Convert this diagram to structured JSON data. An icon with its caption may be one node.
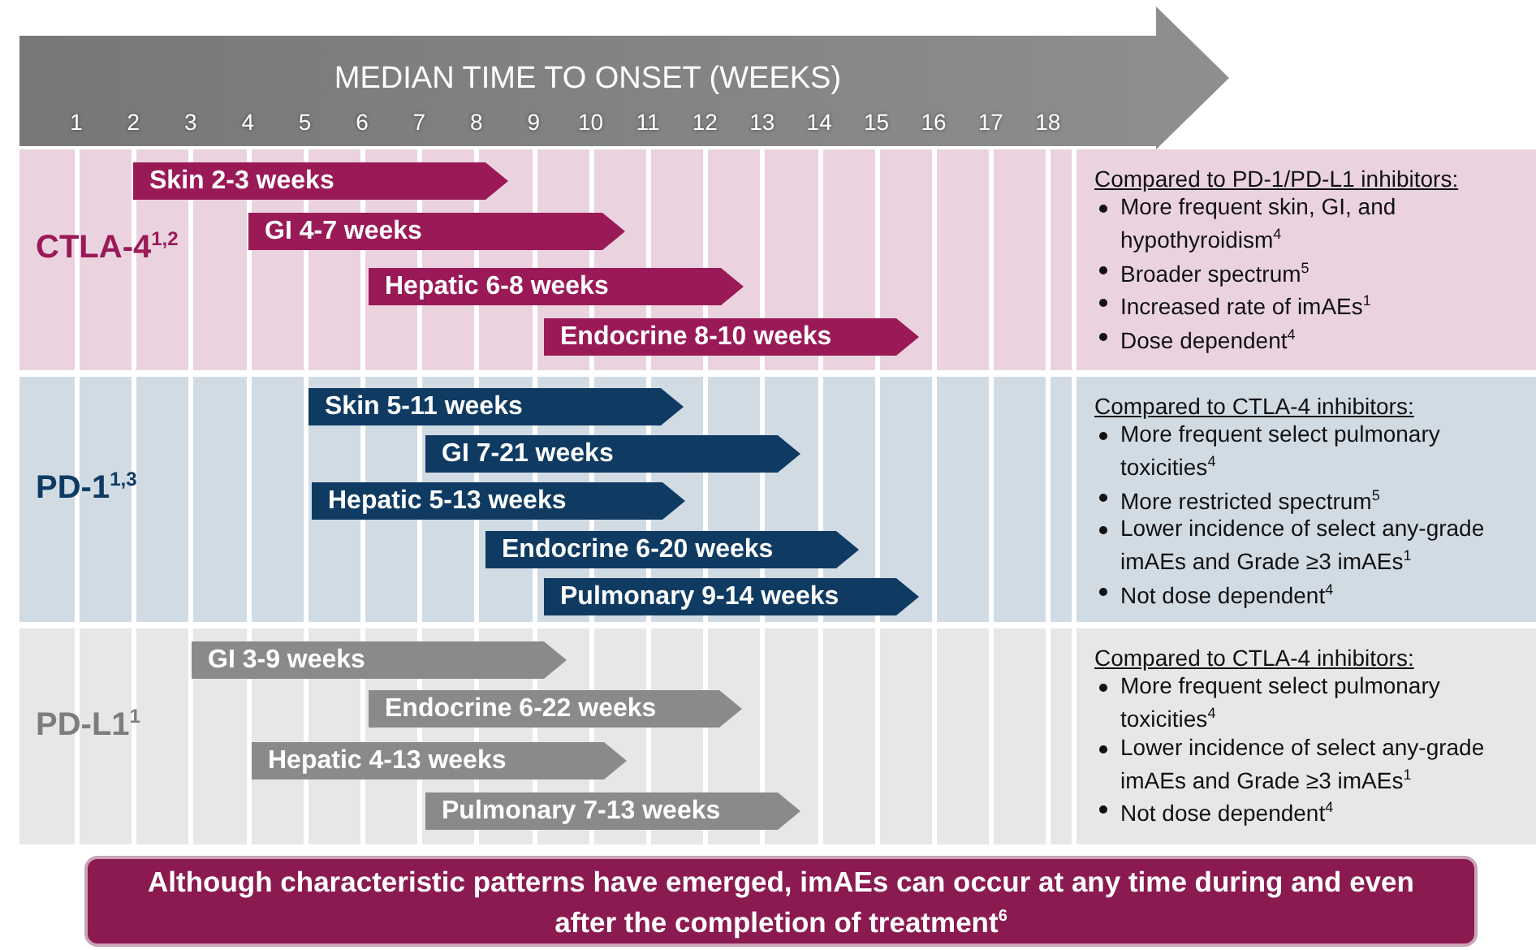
{
  "diagram": {
    "nodes": [
      {
        "text": [
          "MEDIAN TIME TO ONSET (WEEKS)"
        ]
      },
      {
        "text": [
          "CTLA-4$^{1,2}$",
          "Compared to PD-1/PD-L1 inhibitors:",
          "More frequent skin, GI, and hypothyroidism$^{4}$",
          "Broader spectrum$^{5}$",
          "Increased rate of imAEs$^{1}$",
          "Dose dependent$^{4}$"
        ]
      },
      {
        "text": [
          "Skin 2-3 weeks"
        ],
        "in": 1
      },
      {
        "text": [
          "GI 4-7 weeks"
        ],
        "in": 1
      },
      {
        "text": [
          "Hepatic 6-8 weeks"
        ],
        "in": 1
      },
      {
        "text": [
          "Endocrine 8-10 weeks"
        ],
        "in": 1
      },
      {
        "text": [
          "PD-1$^{1,3}$",
          "Compared to CTLA-4 inhibitors:",
          "More frequent select pulmonary toxicities$^{4}$",
          "More restricted spectrum$^{5}$",
          "Lower incidence of select any-grade imAEs and Grade ≥3 imAEs$^{1}$",
          "Not dose dependent$^{4}$"
        ]
      },
      {
        "text": [
          "Skin 5-11 weeks"
        ],
        "in": 6
      },
      {
        "text": [
          "GI 7-21 weeks"
        ],
        "in": 6
      },
      {
        "text": [
          "Hepatic 5-13 weeks"
        ],
        "in": 6
      },
      {
        "text": [
          "Endocrine 6-20 weeks"
        ],
        "in": 6
      },
      {
        "text": [
          "Pulmonary 9-14 weeks"
        ],
        "in": 6
      },
      {
        "text": [
          "PD-L1$^{1}$",
          "Compared to CTLA-4 inhibitors:",
          "More frequent select pulmonary toxicities$^{4}$",
          "Lower incidence of select any-grade imAEs and Grade ≥3 imAEs$^{1}$",
          "Not dose dependent$^{4}$"
        ]
      },
      {
        "text": [
          "GI 3-9 weeks"
        ],
        "in": 12
      },
      {
        "text": [
          "Endocrine 6-22 weeks"
        ],
        "in": 12
      },
      {
        "text": [
          "Hepatic 4-13 weeks"
        ],
        "in": 12
      },
      {
        "text": [
          "Pulmonary 7-13 weeks"
        ],
        "in": 12
      },
      {
        "text": [
          "Although characteristic patterns have emerged, imAEs can occur at any time during and even after the completion of treatment$^{6}$"
        ]
      }
    ],
    "labels": [
      "1",
      "2",
      "3",
      "4",
      "5",
      "6",
      "7",
      "8",
      "9",
      "10",
      "11",
      "12",
      "13",
      "14",
      "15",
      "16",
      "17",
      "18"
    ]
  }
}
